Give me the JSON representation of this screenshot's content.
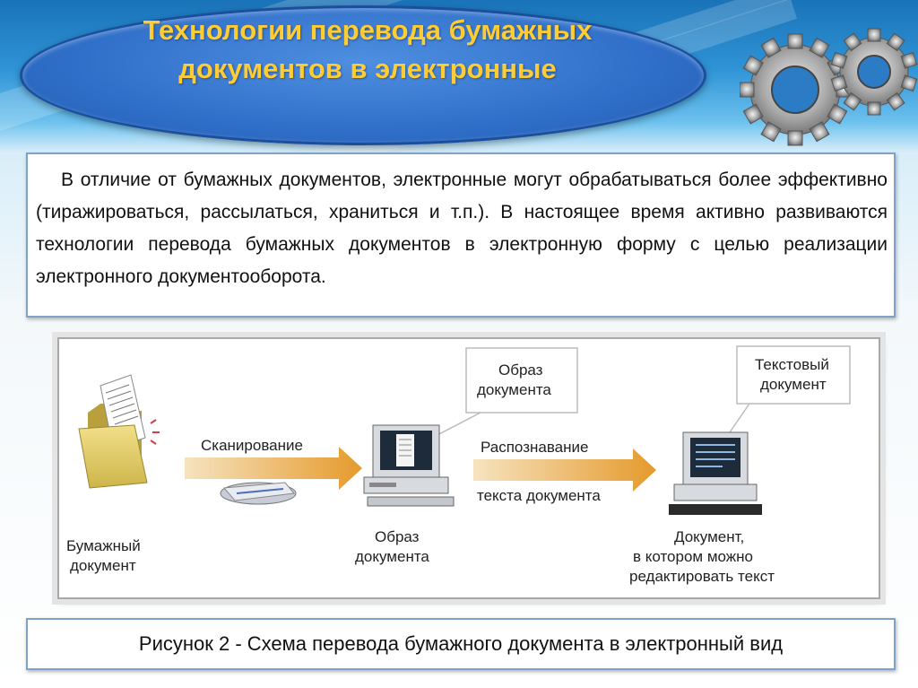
{
  "slide": {
    "title": "Технологии перевода бумажных документов в электронные",
    "paragraph": "В отличие от бумажных документов, электронные могут обрабатываться более эффективно (тиражироваться, рассылаться, храниться и т.п.). В настоящее время активно развиваются технологии перевода бумажных документов в электронную форму с целью реализации электронного документооборота.",
    "caption": "Рисунок 2 - Схема перевода бумажного документа в электронный вид"
  },
  "diagram": {
    "paper_doc_line1": "Бумажный",
    "paper_doc_line2": "документ",
    "scan_label": "Сканирование",
    "image_box_line1": "Образ",
    "image_box_line2": "документа",
    "image_label_line1": "Образ",
    "image_label_line2": "документа",
    "recog_line1": "Распознавание",
    "recog_line2": "текста документа",
    "text_box_line1": "Текстовый",
    "text_box_line2": "документ",
    "result_line1": "Документ,",
    "result_line2": "в котором можно",
    "result_line3": "редактировать текст"
  },
  "icons": [
    "gears-icon",
    "folder-icon",
    "scanner-icon",
    "computer-icon",
    "arrow-right-icon"
  ],
  "colors": {
    "title_text": "#ffcc33",
    "ellipse": "#2f6fc9",
    "arrow": "#e9a13a",
    "folder": "#e8d26a"
  }
}
